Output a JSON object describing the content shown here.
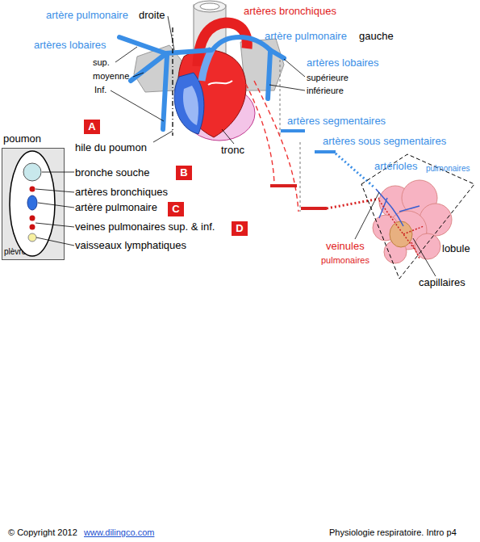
{
  "diagram": {
    "nodes": [
      {
        "text": [
          "poumon",
          "plèvre"
        ]
      },
      {
        "text": [
          "A"
        ]
      },
      {
        "text": [
          "B"
        ]
      },
      {
        "text": [
          "C"
        ]
      },
      {
        "text": [
          "D"
        ]
      },
      {
        "text": [
          "lobule"
        ]
      }
    ],
    "labels": [
      "artère pulmonaire",
      "droite",
      "artères bronchiques",
      "artères lobaires",
      "sup.",
      "moyenne",
      "Inf.",
      "artère pulmonaire",
      "gauche",
      "artères lobaires",
      "supérieure",
      "inférieure",
      "artères segmentaires",
      "artères sous segmentaires",
      "artérioles",
      "pulmonaires",
      "hile du poumon",
      "tronc",
      "bronche souche",
      "artères bronchiques",
      "artère pulmonaire",
      "veines pulmonaires sup. & inf.",
      "vaisseaux lymphatiques",
      "veinules",
      "pulmonaires",
      "capillaires",
      "© Copyright 2012",
      "www.dilingco.com",
      "Physiologie respiratoire. Intro p4"
    ]
  }
}
